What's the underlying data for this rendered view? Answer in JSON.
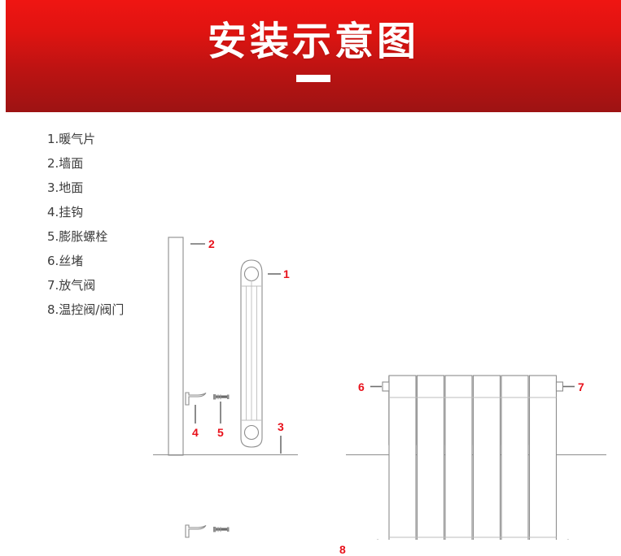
{
  "banner": {
    "title": "安装示意图",
    "rule": "divider-bar",
    "bg_top_color": "#ef1512",
    "bg_bottom_color": "#9d1313"
  },
  "parts_list": {
    "items": [
      {
        "index": "1",
        "label": "1.暖气片"
      },
      {
        "index": "2",
        "label": "2.墙面"
      },
      {
        "index": "3",
        "label": "3.地面"
      },
      {
        "index": "4",
        "label": "4.挂钩"
      },
      {
        "index": "5",
        "label": "5.膨胀螺栓"
      },
      {
        "index": "6",
        "label": "6.丝堵"
      },
      {
        "index": "7",
        "label": "7.放气阀"
      },
      {
        "index": "8",
        "label": "8.温控阀/阀门"
      }
    ]
  },
  "left_diagram": {
    "name": "side-view-installation",
    "callouts": [
      {
        "id": "2",
        "label": "2",
        "target": "wall"
      },
      {
        "id": "1",
        "label": "1",
        "target": "radiator"
      },
      {
        "id": "4",
        "label": "4",
        "target": "hook"
      },
      {
        "id": "5",
        "label": "5",
        "target": "expansion-bolt"
      },
      {
        "id": "3",
        "label": "3",
        "target": "floor"
      }
    ]
  },
  "right_diagram": {
    "name": "front-view-radiator",
    "sections": 6,
    "callouts": [
      {
        "id": "6",
        "label": "6",
        "target": "plug-left"
      },
      {
        "id": "7",
        "label": "7",
        "target": "air-vent-right"
      },
      {
        "id": "8",
        "label": "8",
        "target": "thermostatic-valve"
      }
    ]
  },
  "colors": {
    "callout_red": "#e8111b",
    "line_gray": "#8d8d8d",
    "text_gray": "#3c3c3c",
    "accent_red": "#d4151a"
  }
}
